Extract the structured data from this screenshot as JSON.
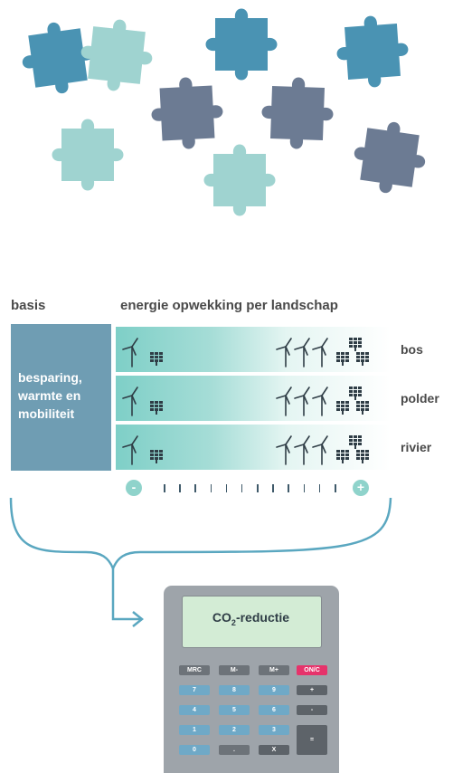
{
  "colors": {
    "puzzle_teal": "#4a93b3",
    "puzzle_light": "#9fd3d0",
    "puzzle_slate": "#6c7b93",
    "basis_blue": "#6f9db3",
    "row_gradient_start": "#7ecfc7",
    "calculator_body": "#9ea4aa",
    "calculator_screen": "#d3ecd5",
    "key_pink": "#e6336b",
    "key_blue": "#6fa9c7"
  },
  "headings": {
    "basis": "basis",
    "energy": "energie opwekking per landschap"
  },
  "basis_box": {
    "line1": "besparing,",
    "line2": "warmte en",
    "line3": "mobiliteit"
  },
  "landscapes": [
    {
      "label": "bos"
    },
    {
      "label": "polder"
    },
    {
      "label": "rivier"
    }
  ],
  "scale": {
    "min_label": "-",
    "max_label": "+",
    "tick_count": 12
  },
  "calculator": {
    "screen_prefix": "CO",
    "screen_subscript": "2",
    "screen_suffix": "-reductie",
    "keys": {
      "mrc": "MRC",
      "mminus": "M-",
      "mplus": "M+",
      "onc": "ON/C",
      "k7": "7",
      "k8": "8",
      "k9": "9",
      "plus": "+",
      "k4": "4",
      "k5": "5",
      "k6": "6",
      "minus": "-",
      "k1": "1",
      "k2": "2",
      "k3": "3",
      "equals": "=",
      "k0": "0",
      "dot": ".",
      "times": "X"
    }
  },
  "icons": {
    "puzzle": "puzzle-piece-icon",
    "wind": "wind-turbine-icon",
    "solar": "solar-panel-icon",
    "arrow": "arrow-right-icon"
  }
}
